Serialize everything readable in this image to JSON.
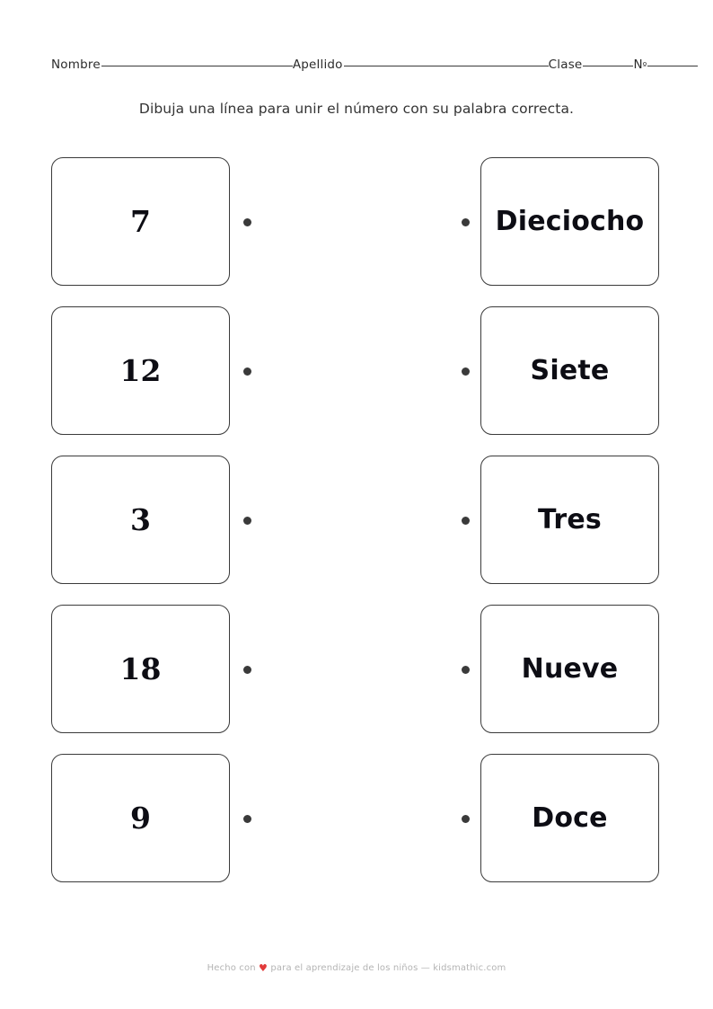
{
  "header": {
    "fields": [
      {
        "label": "Nombre"
      },
      {
        "label": "Apellido"
      },
      {
        "label": "Clase"
      },
      {
        "label": "N",
        "ordinal": "º"
      }
    ]
  },
  "instruction": "Dibuja una línea para unir el número con su palabra correcta.",
  "board": {
    "rows": [
      {
        "number": "7",
        "word": "Dieciocho"
      },
      {
        "number": "12",
        "word": "Siete"
      },
      {
        "number": "3",
        "word": "Tres"
      },
      {
        "number": "18",
        "word": "Nueve"
      },
      {
        "number": "9",
        "word": "Doce"
      }
    ]
  },
  "footer": {
    "before_heart": "Hecho con",
    "heart": "♥",
    "after_heart": "para el aprendizaje de los niños — kidsmathic.com"
  },
  "colors": {
    "card_border": "#3b3b3b",
    "dot": "#3a3a3a",
    "text": "#0d0d14",
    "instruction": "#333333",
    "footer": "#b4b4b4",
    "heart": "#e23b3b"
  }
}
